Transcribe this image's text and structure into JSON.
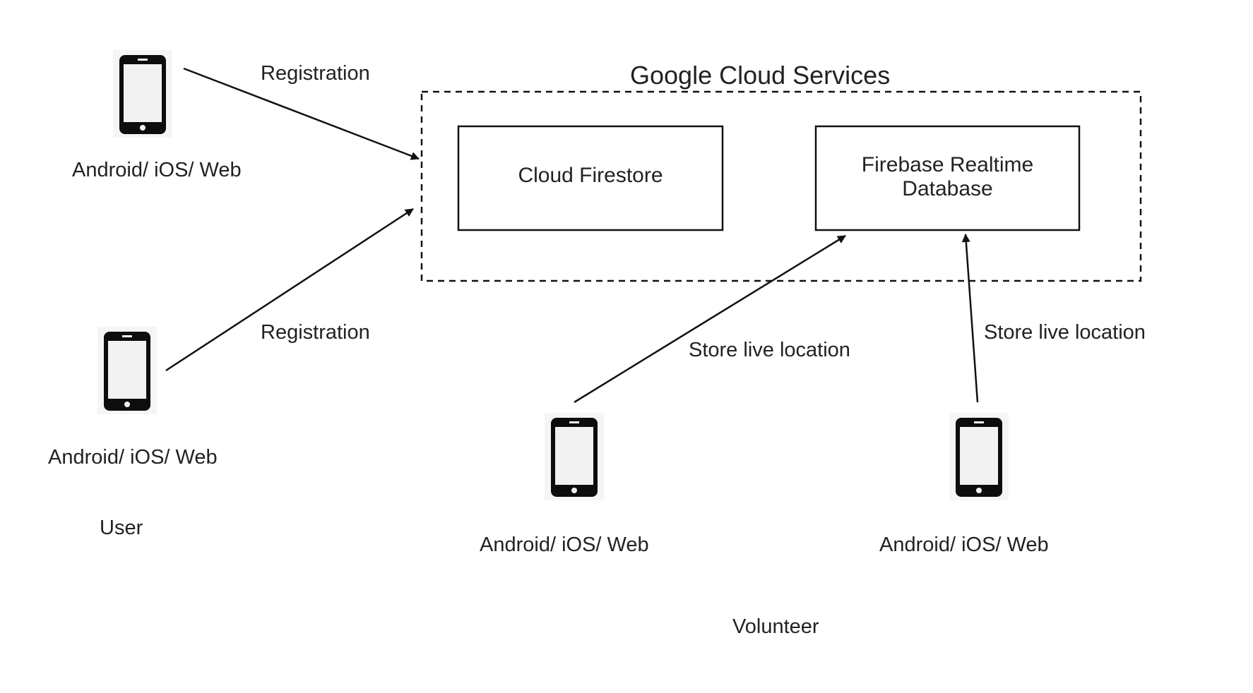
{
  "diagram": {
    "container_title": "Google Cloud Services",
    "boxes": {
      "cloud_firestore": "Cloud Firestore",
      "realtime_db_line1": "Firebase Realtime",
      "realtime_db_line2": "Database"
    },
    "arrows": {
      "user_top": "Registration",
      "user_bottom": "Registration",
      "volunteer_left": "Store live location",
      "volunteer_right": "Store live location"
    },
    "devices": {
      "user_top": "Android/ iOS/ Web",
      "user_bottom": "Android/ iOS/ Web",
      "volunteer_left": "Android/ iOS/ Web",
      "volunteer_right": "Android/ iOS/ Web"
    },
    "groups": {
      "user": "User",
      "volunteer": "Volunteer"
    }
  },
  "colors": {
    "stroke": "#111111",
    "device_body": "#0d0d0d",
    "device_screen": "#f2f2f2",
    "text": "#222222"
  },
  "icons": {
    "device": "smartphone-icon"
  }
}
